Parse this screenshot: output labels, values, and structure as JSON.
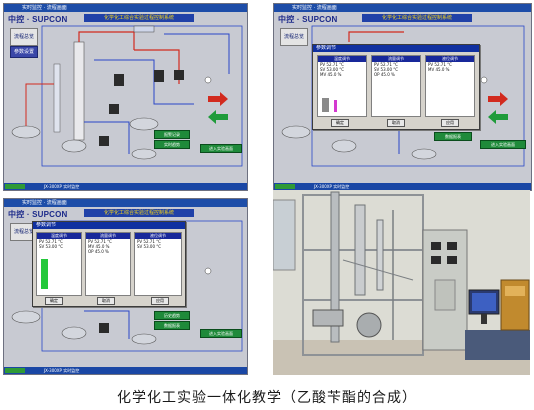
{
  "screens": {
    "logo": "中控 · SUPCON",
    "window_title": "实时监控 · 流程画面",
    "banner": "化学化工综合实验过程控制系统",
    "nav_top": "流程总览",
    "nav_second": "参数设置",
    "taskbar_text": "JX-300XP 实时监控",
    "buttons": {
      "alarm": "报警记录",
      "trend": "实时趋势",
      "history": "历史趋势",
      "report": "数据报表",
      "enter": "进入实验画面"
    },
    "dialog_title": "参数调节",
    "dialog_headers": [
      "温度调节",
      "流量调节",
      "液位调节"
    ],
    "dialog_rows": [
      "PV 52.71 °C",
      "SV 53.00 °C",
      "MV 45.0 %",
      "OP 45.0 %"
    ],
    "dialog_buttons": [
      "确定",
      "取消",
      "应用"
    ],
    "colors": {
      "screen_bg": "#c8cad2",
      "banner_bg": "#2041a8",
      "banner_text": "#f2d21a",
      "pipe_red": "#d22a1e",
      "pipe_blue": "#2a46c8",
      "green_button": "#1f8a3a",
      "dialog_title": "#1030a0"
    }
  },
  "photo": {
    "description_icons": [
      "pilot-plant-rig-icon",
      "control-cabinet-icon",
      "monitor-icon",
      "analyzer-icon"
    ]
  },
  "caption": "化学化工实验一体化教学（乙酸苄酯的合成）"
}
